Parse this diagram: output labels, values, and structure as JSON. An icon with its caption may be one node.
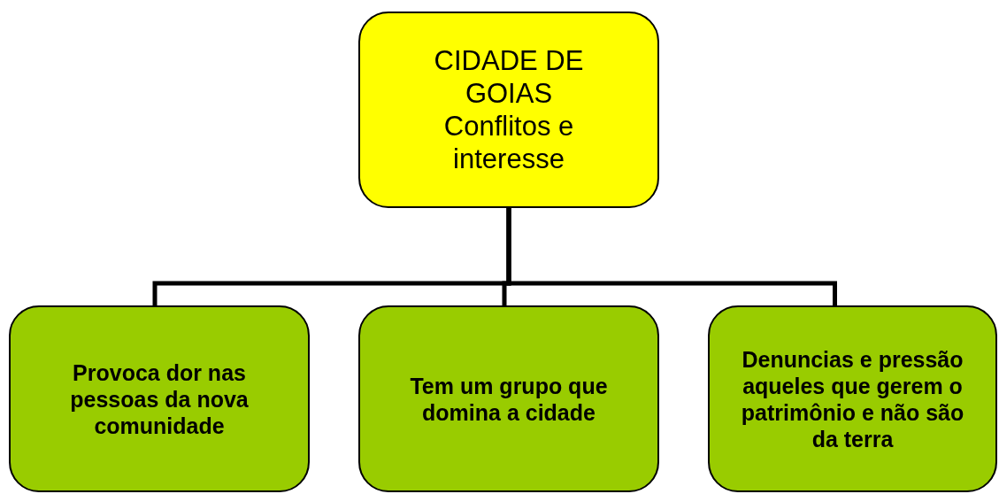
{
  "diagram": {
    "nodes": [
      {
        "text": [
          "CIDADE DE GOIAS Conflitos e interesse"
        ]
      },
      {
        "text": [
          "Provoca dor nas pessoas da nova comunidade"
        ]
      },
      {
        "text": [
          "Tem um grupo que domina a cidade"
        ]
      },
      {
        "text": [
          "Denuncias e pressão aqueles que gerem o patrimônio e não são da terra"
        ]
      }
    ],
    "edges": [
      {
        "from": 0,
        "to": 1,
        "arrow": "none"
      },
      {
        "from": 0,
        "to": 2,
        "arrow": "none"
      },
      {
        "from": 0,
        "to": 3,
        "arrow": "none"
      }
    ]
  }
}
